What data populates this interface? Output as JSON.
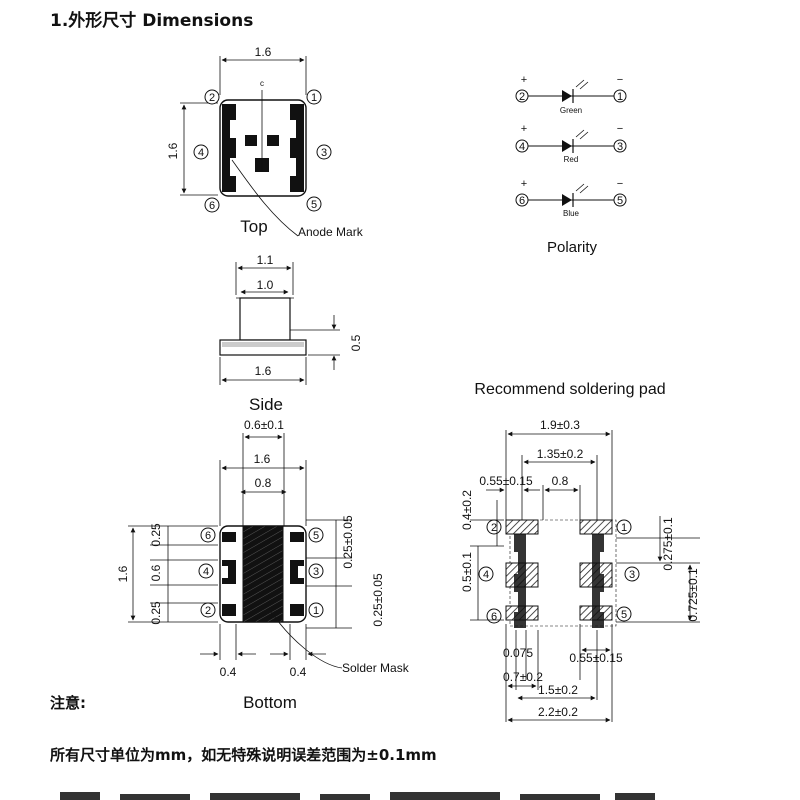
{
  "header": {
    "title": "1.外形尺寸 Dimensions"
  },
  "top_view": {
    "label": "Top",
    "anode_mark": "Anode Mark",
    "width": "1.6",
    "height": "1.6",
    "pins": [
      "2",
      "1",
      "4",
      "3",
      "6",
      "5"
    ]
  },
  "polarity": {
    "label": "Polarity",
    "plus": "+",
    "minus": "−",
    "rows": [
      {
        "left_pin": "2",
        "right_pin": "1",
        "color": "Green"
      },
      {
        "left_pin": "4",
        "right_pin": "3",
        "color": "Red"
      },
      {
        "left_pin": "6",
        "right_pin": "5",
        "color": "Blue"
      }
    ]
  },
  "side_view": {
    "label": "Side",
    "dim_top": "1.1",
    "dim_mid": "1.0",
    "dim_bottom": "1.6",
    "dim_height": "0.5"
  },
  "bottom_view": {
    "label": "Bottom",
    "solder_mask": "Solder Mask",
    "dim_top": "0.6±0.1",
    "dim_16": "1.6",
    "dim_08": "0.8",
    "dim_left_h": "1.6",
    "dim_025_a": "0.25",
    "dim_06": "0.6",
    "dim_025_b": "0.25",
    "dim_right_a": "0.25±0.05",
    "dim_right_b": "0.25±0.05",
    "dim_04_l": "0.4",
    "dim_04_r": "0.4",
    "pins": [
      "6",
      "5",
      "4",
      "3",
      "2",
      "1"
    ]
  },
  "solder_pad": {
    "label": "Recommend soldering pad",
    "dim_19": "1.9±0.3",
    "dim_135": "1.35±0.2",
    "dim_055_top": "0.55±0.15",
    "dim_08": "0.8",
    "dim_04": "0.4±0.2",
    "dim_05": "0.5±0.1",
    "dim_0275": "0.275±0.1",
    "dim_0725": "0.725±0.1",
    "dim_0075": "0.075",
    "dim_07": "0.7±0.2",
    "dim_055_bot": "0.55±0.15",
    "dim_15": "1.5±0.2",
    "dim_22": "2.2±0.2",
    "pins": [
      "2",
      "1",
      "4",
      "3",
      "6",
      "5"
    ]
  },
  "notes": {
    "title": "注意:",
    "text": "所有尺寸单位为mm，如无特殊说明误差范围为±0.1mm"
  }
}
